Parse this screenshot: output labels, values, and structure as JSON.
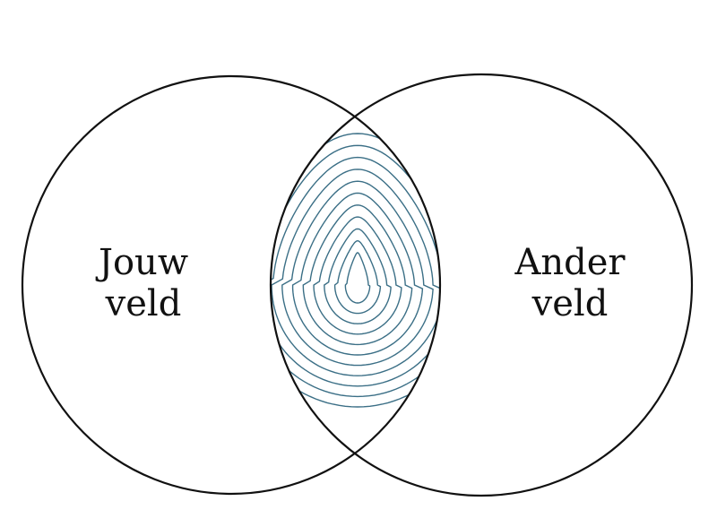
{
  "left_field": {
    "line1": "Jouw",
    "line2": "veld"
  },
  "right_field": {
    "line1": "Ander",
    "line2": "veld"
  },
  "colors": {
    "circle": "#111111",
    "contour": "#3b6f86"
  },
  "contour_count": 11
}
